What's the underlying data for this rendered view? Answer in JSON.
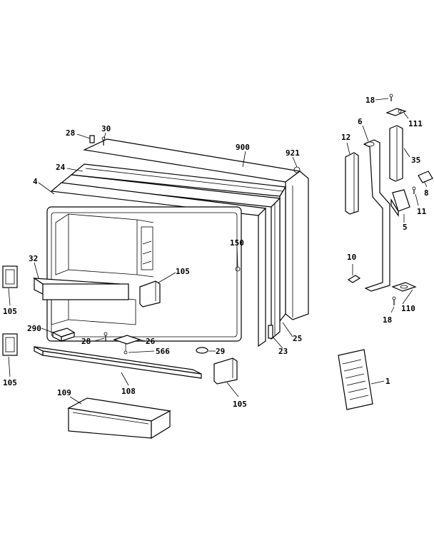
{
  "labels": {
    "p18_top": "18",
    "p111": "111",
    "p6": "6",
    "p12": "12",
    "p35": "35",
    "p8": "8",
    "p11": "11",
    "p5": "5",
    "p10": "10",
    "p110": "110",
    "p18_bottom": "18",
    "p28_top": "28",
    "p30": "30",
    "p900": "900",
    "p921": "921",
    "p24": "24",
    "p4": "4",
    "p150": "150",
    "p105_center": "105",
    "p32": "32",
    "p105_left_top": "105",
    "p290": "290",
    "p28_mid": "28",
    "p26": "26",
    "p566": "566",
    "p29": "29",
    "p23": "23",
    "p25": "25",
    "p105_left_bottom": "105",
    "p108": "108",
    "p105_right": "105",
    "p109": "109",
    "p1": "1"
  }
}
